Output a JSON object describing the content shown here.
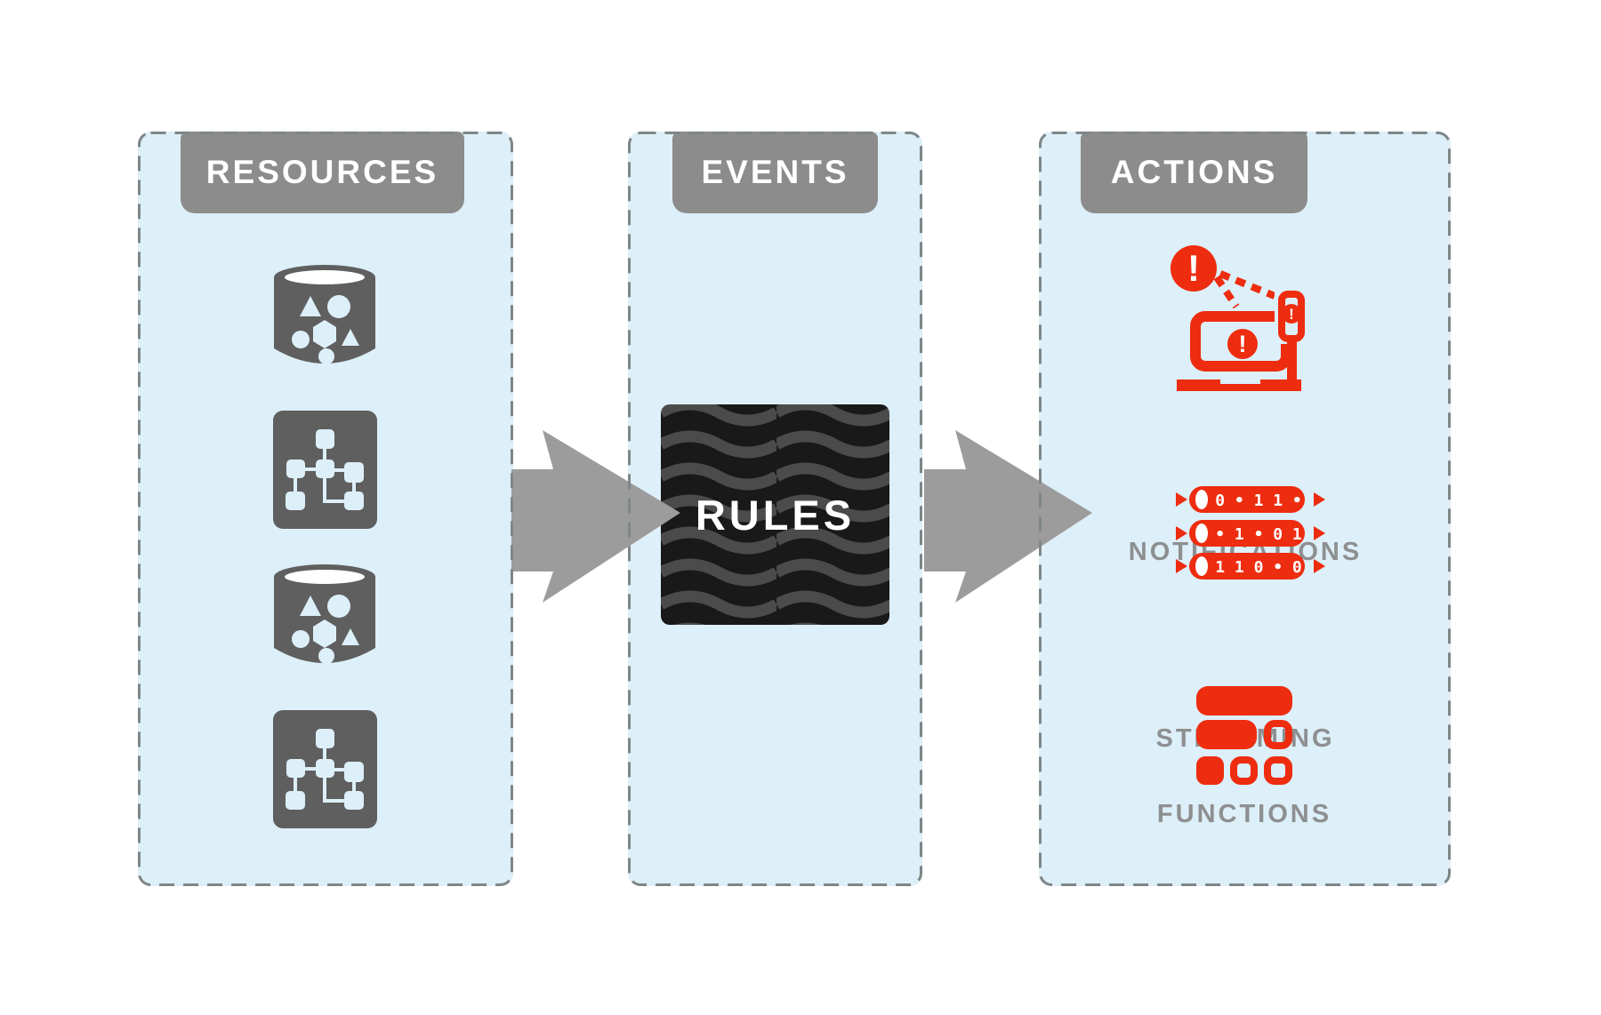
{
  "diagram": {
    "title": "resources-events-actions-flow",
    "colors": {
      "panel_bg": "#ddeff8",
      "panel_border": "#7e8687",
      "header_bg": "#8c8c8c",
      "header_text": "#ffffff",
      "icon_gray": "#5f5f5f",
      "arrow_gray": "#9c9c9c",
      "label_gray": "#8d8f90",
      "accent_red": "#ee2c0f",
      "rules_dark": "#191919",
      "rules_wave_gray": "#4b4b4b"
    },
    "panels": {
      "resources": {
        "title": "RESOURCES",
        "icons": [
          "database-icon",
          "flowchart-icon",
          "database-icon",
          "flowchart-icon"
        ]
      },
      "events": {
        "title": "EVENTS",
        "rules_label": "RULES"
      },
      "actions": {
        "title": "ACTIONS",
        "items": [
          {
            "label": "NOTIFICATIONS",
            "icon": "notifications-alert-icon"
          },
          {
            "label": "STREAMING",
            "icon": "streaming-pipes-icon"
          },
          {
            "label": "FUNCTIONS",
            "icon": "functions-blocks-icon"
          }
        ],
        "streaming_rows": [
          "0 • 1 1 •",
          "• 1 • 0 1",
          "1 1 0 • 0"
        ]
      }
    }
  }
}
